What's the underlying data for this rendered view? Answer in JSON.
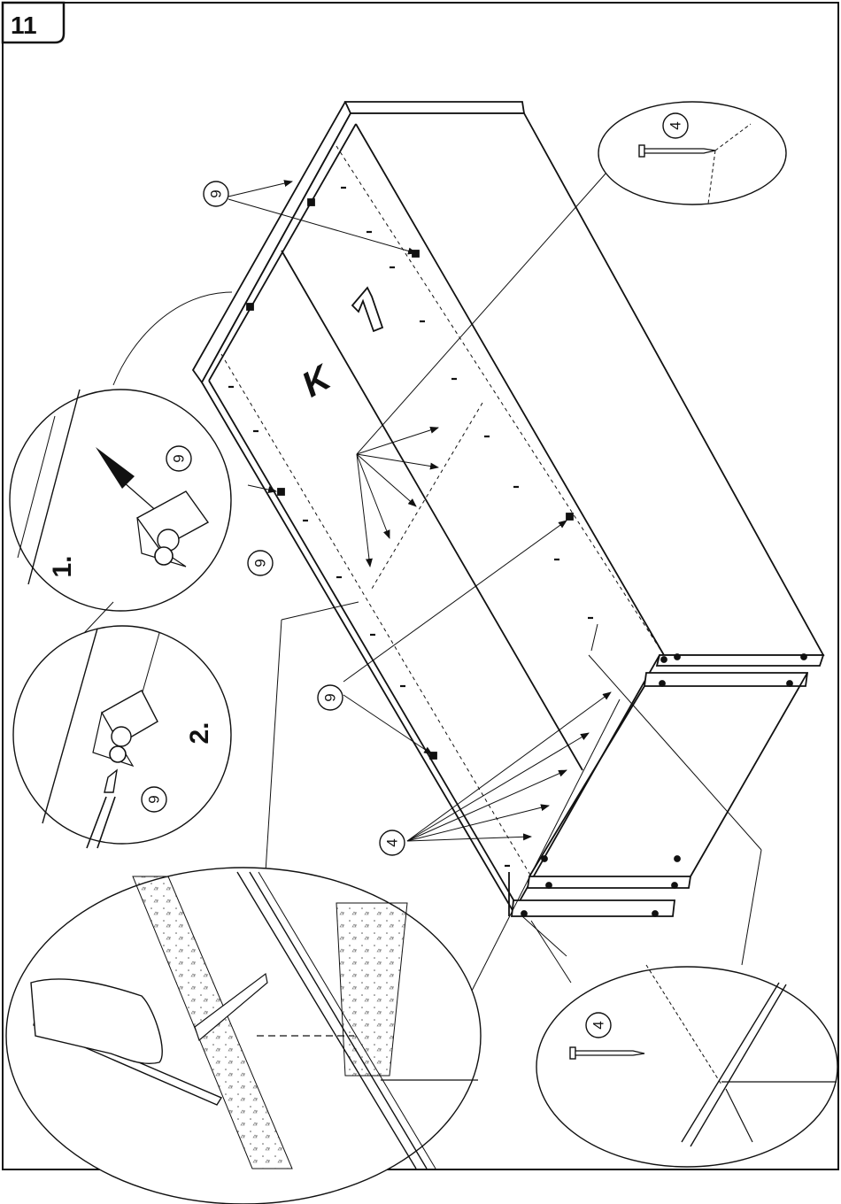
{
  "step_number": "11",
  "panel_letter": "K",
  "part_labels": {
    "screw_top": "9",
    "screw_inset_1": "9",
    "screw_middle": "9",
    "screw_inset_2": "9",
    "screw_bottom": "9",
    "nail_top_inset": "4",
    "nail_bottom_group": "4",
    "nail_bottom_inset": "4"
  },
  "sequence_labels": {
    "first": "1.",
    "second": "2."
  }
}
